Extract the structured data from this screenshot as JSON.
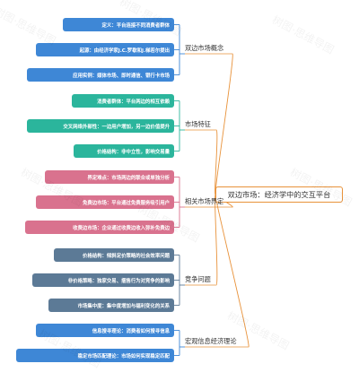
{
  "root": {
    "label": "双边市场：经济学中的交互平台"
  },
  "colors": {
    "root_border": "#E8923A",
    "trunk_line": "#E8923A",
    "concept": "#3E87D6",
    "features": "#2BB59C",
    "boundary": "#D9728E",
    "competition": "#5C7A96",
    "macro": "#3E87D6"
  },
  "watermark": "树图·思维导图",
  "branches": [
    {
      "label": "双边市场概念",
      "color_key": "concept",
      "leaves": [
        {
          "label": "定义：平台连接不同消费者群体"
        },
        {
          "label": "起源：由经济学家J.C.罗歇和J.梯若尔提出"
        },
        {
          "label": "应用实例：媒体市场、即时通信、银行卡市场"
        }
      ]
    },
    {
      "label": "市场特征",
      "color_key": "features",
      "leaves": [
        {
          "label": "消费者群体：平台两边的相互依赖"
        },
        {
          "label": "交叉网络外部性：一边用户增加，另一边价值提升"
        },
        {
          "label": "价格结构：非中立性，影响交易量"
        }
      ]
    },
    {
      "label": "相关市场界定",
      "color_key": "boundary",
      "leaves": [
        {
          "label": "界定难点：市场两边的联合或单独分析"
        },
        {
          "label": "免费边市场：平台通过免费服务吸引用户"
        },
        {
          "label": "收费边市场：企业通过收费边收入弥补免费边"
        }
      ]
    },
    {
      "label": "竞争问题",
      "color_key": "competition",
      "leaves": [
        {
          "label": "价格结构：倾斜定价策略的社会效率问题"
        },
        {
          "label": "非价格策略：独家交易、捆售行为对竞争的影响"
        },
        {
          "label": "市场集中度：集中度增加与福利变化的关系"
        }
      ]
    },
    {
      "label": "宏观信息经济理论",
      "color_key": "macro",
      "leaves": [
        {
          "label": "信息搜寻理论：消费者如何搜寻信息"
        },
        {
          "label": "稳定市场匹配理论：市场如何实现稳定匹配"
        }
      ]
    }
  ]
}
